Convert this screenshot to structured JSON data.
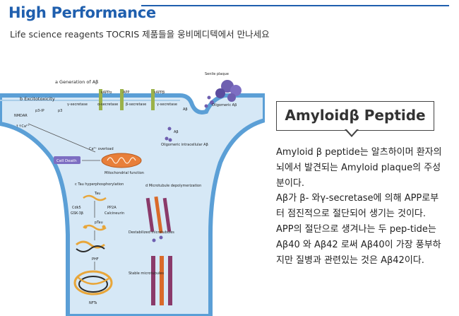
{
  "header": {
    "title": "High Performance",
    "subtitle": "Life science reagents TOCRIS 제품들을 웅비메디텍에서 만나세요"
  },
  "callout": {
    "title": "Amyloidβ Peptide"
  },
  "description": {
    "paragraphs": [
      "Amyloid β peptide는 알츠하이머 환자의 뇌에서 발견되는 Amyloid plaque의 주성분이다.",
      "Aβ가 β- 와γ-secretase에 의해 APP로부터 점진적으로 절단되어 생기는 것이다.",
      "APP의 절단으로 생겨나는 두 pep-tide는 Aβ40 와 Aβ42 로써 Aβ40이 가장 풍부하지만 질병과 관련있는 것은 Aβ42이다."
    ]
  },
  "diagram": {
    "section_a": "a Generation of Aβ",
    "section_b": "b Excitotoxicity",
    "section_c": "c Tau hyperphosphorylation",
    "section_d": "d Microtubule depolymerization",
    "sappa": "sAPPα",
    "app": "APP",
    "sappb": "sAPPβ",
    "gamma_secretase_left": "γ-secretase",
    "alpha_secretase": "α-secretase",
    "beta_secretase": "β-secretase",
    "gamma_secretase_right": "γ-secretase",
    "p3": "p3",
    "abeta_top": "Aβ",
    "abeta_mid": "Aβ",
    "p3_ip": "p3-IP",
    "nmdar": "NMDAR",
    "ca_in": "↑↑Ca²⁺",
    "ca_overload": "Ca²⁺ overload",
    "senile_plaque": "Senile plaque",
    "oligomeric_ab": "Oligomeric Aβ",
    "oligomeric_intracellular": "Oligomeric intracellular Aβ",
    "cell_death": "Cell Death",
    "mito_function": "Mitochondrial function",
    "tau": "Tau",
    "cdk5": "Cdk5",
    "gsk3b": "GSK-3β",
    "pp2a": "PP2A",
    "calcineurin": "Calcineurin",
    "ptau": "pTau",
    "phf": "PHF",
    "nfts": "NFTs",
    "destabilized": "Destabilized microtubules",
    "stable": "Stable microtubules",
    "colors": {
      "membrane": "#5b9fd6",
      "cytoplasm": "#d6e8f6",
      "mitochondria": "#e87f3a",
      "plaque": "#6e5fb0"
    }
  }
}
